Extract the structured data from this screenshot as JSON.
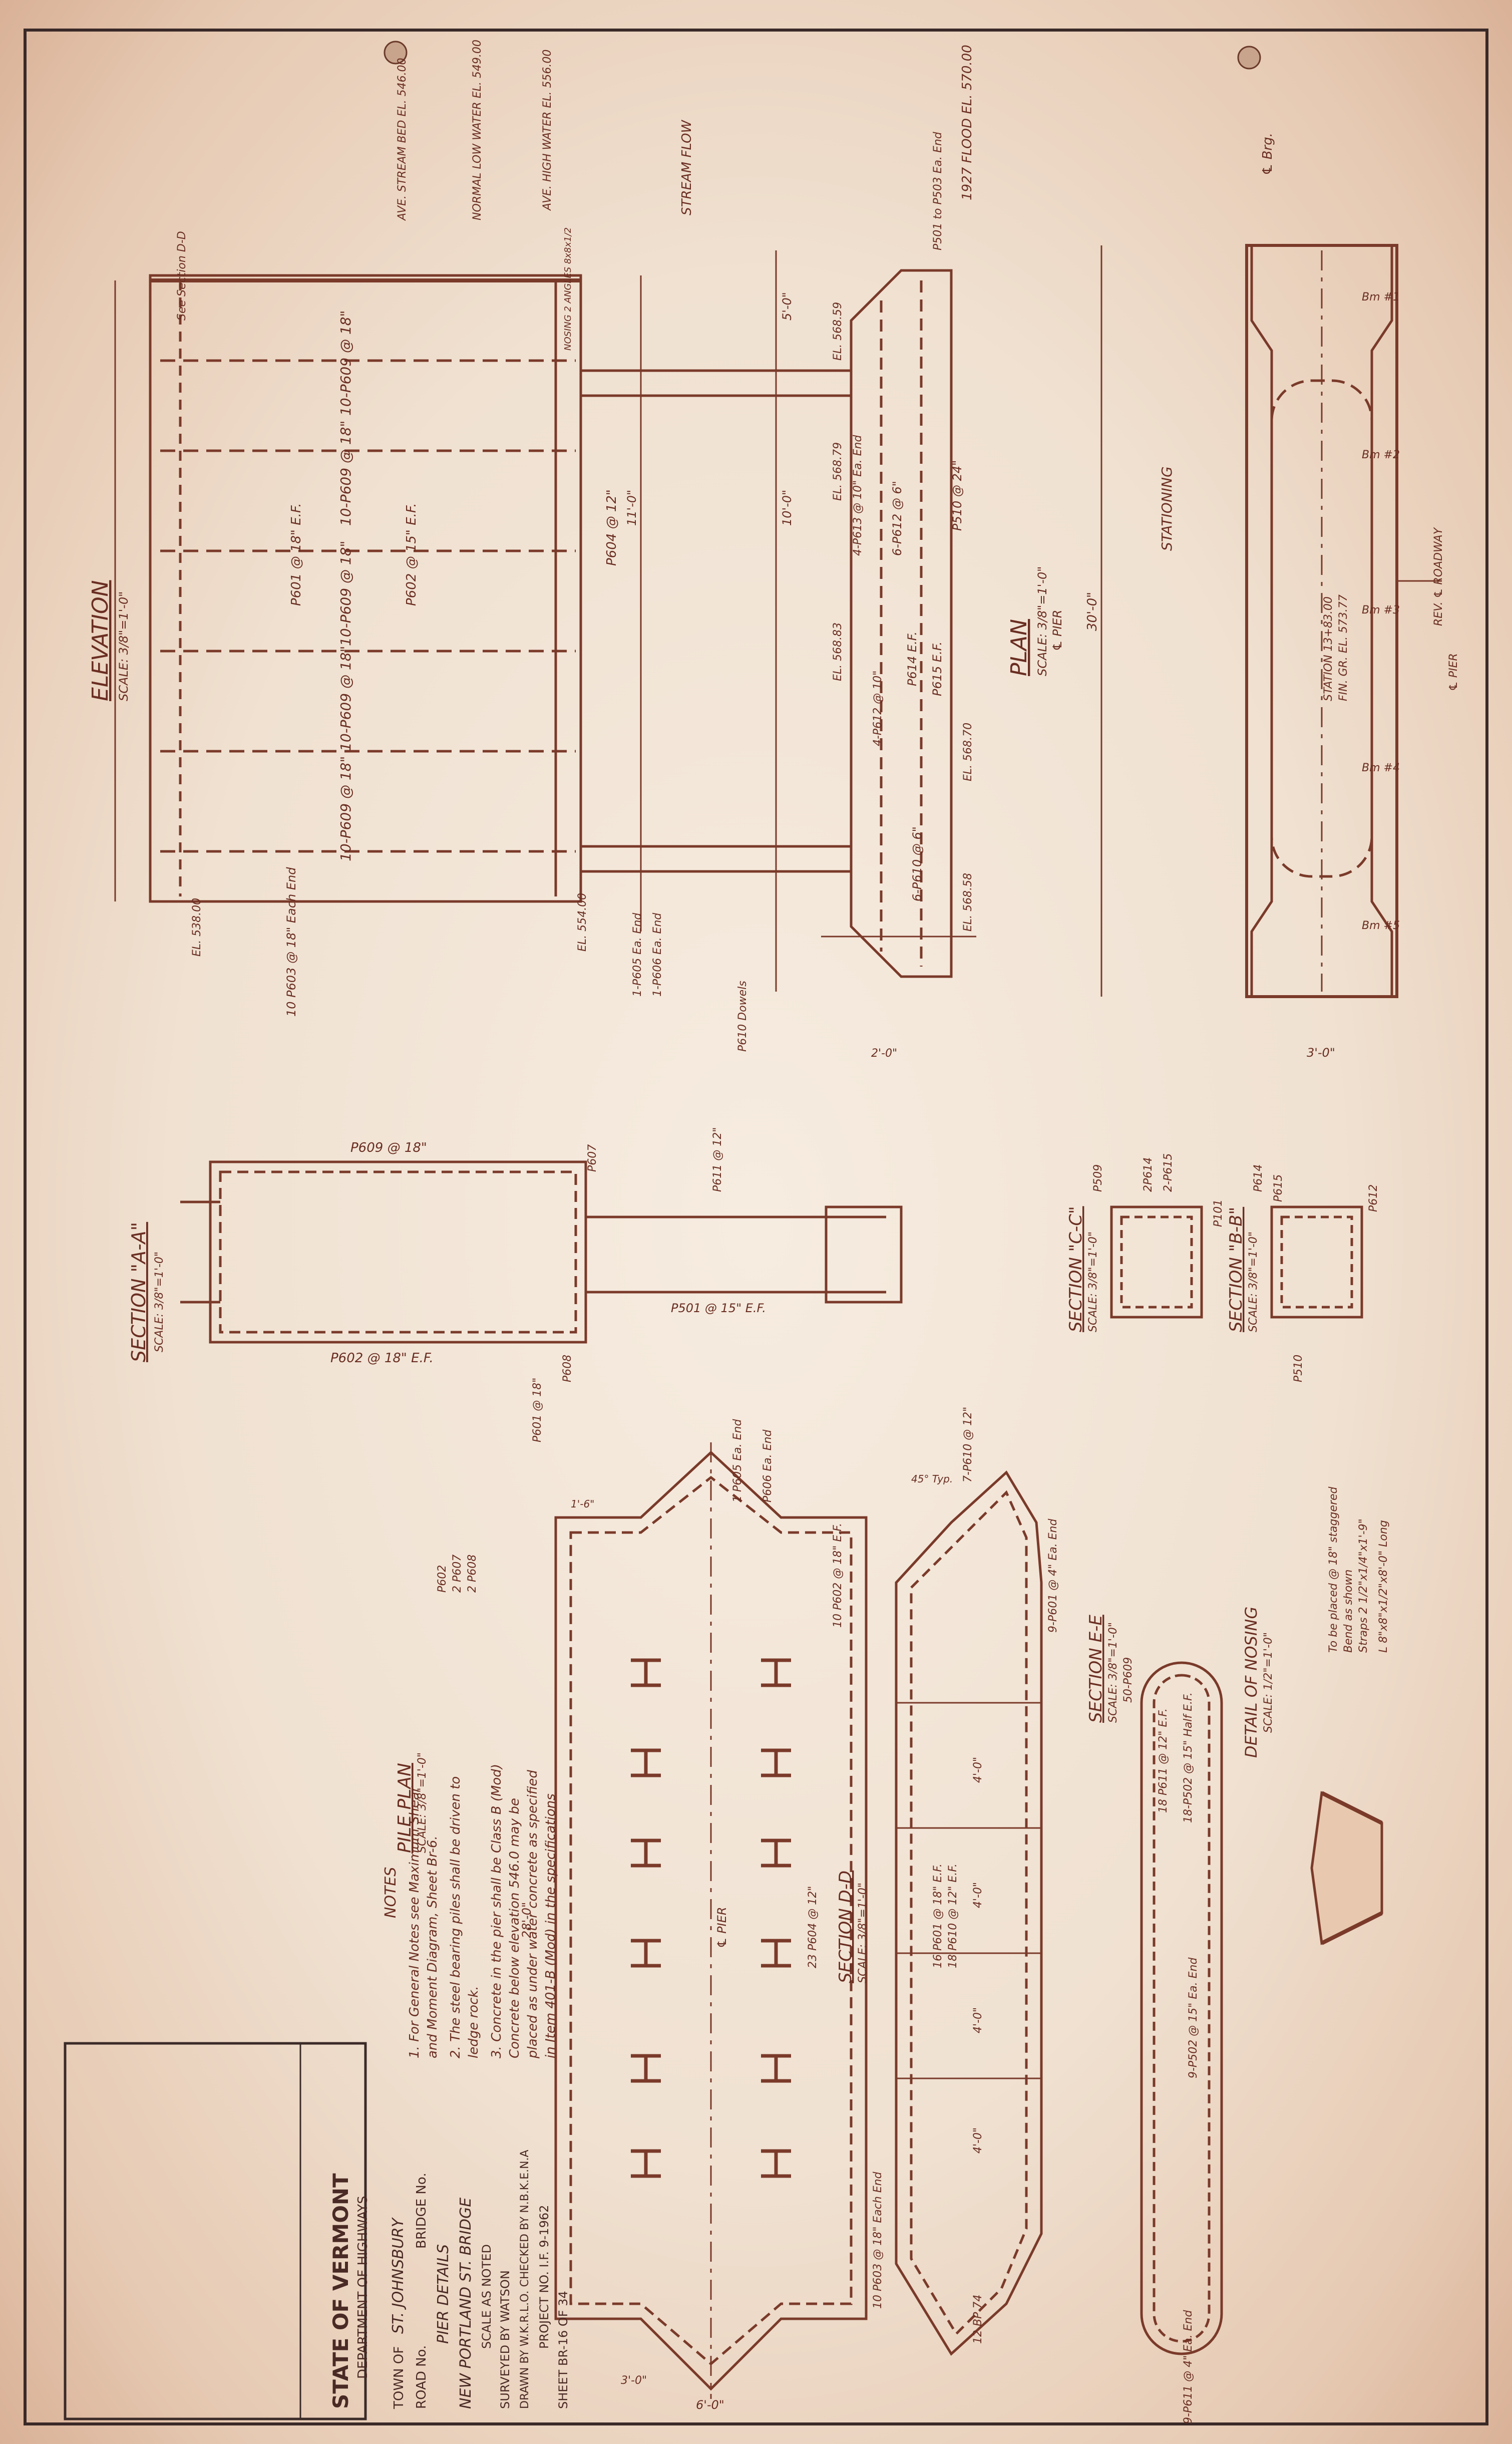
{
  "title_block": {
    "state": "STATE OF VERMONT",
    "department": "DEPARTMENT OF HIGHWAYS",
    "town_label": "TOWN OF",
    "town": "ST. JOHNSBURY",
    "road_label": "ROAD No.",
    "bridge_label": "BRIDGE No.",
    "description": "PIER DETAILS",
    "project_name": "NEW PORTLAND ST. BRIDGE",
    "scale": "SCALE AS NOTED",
    "surveyed": "SURVEYED BY WATSON",
    "drawn": "DRAWN BY W.K.R.L.O. CHECKED BY N.B.K.E.N.A",
    "project_no": "PROJECT NO. I.F. 9-1962",
    "sheet": "SHEET BR-16 OF 34"
  },
  "views": {
    "elevation": "ELEVATION",
    "elevation_scale": "SCALE: 3/8\"=1'-0\"",
    "plan": "PLAN",
    "plan_scale": "SCALE: 3/8\"=1'-0\"",
    "plan_pier": "℄ PIER",
    "section_aa": "SECTION \"A-A\"",
    "section_aa_scale": "SCALE: 3/8\"=1'-0\"",
    "section_bb": "SECTION \"B-B\"",
    "section_bb_scale": "SCALE: 3/8\"=1'-0\"",
    "section_cc": "SECTION \"C-C\"",
    "section_cc_scale": "SCALE: 3/8\"=1'-0\"",
    "section_dd": "SECTION D-D",
    "section_dd_scale": "SCALE: 3/8\"=1'-0\"",
    "section_ee": "SECTION E-E",
    "section_ee_scale": "SCALE: 3/8\"=1'-0\"",
    "pile_plan": "PILE PLAN",
    "pile_plan_scale": "SCALE: 3/8\"=1'-0\"",
    "detail_nosing": "DETAIL OF NOSING",
    "detail_nosing_scale": "SCALE: 1/2\"=1'-0\""
  },
  "notes": {
    "heading": "NOTES",
    "lines": [
      "1. For General Notes see Maximum Shear",
      "and Moment Diagram, Sheet Br-6.",
      "2. The steel bearing piles shall be driven to",
      "ledge rock.",
      "3. Concrete in the pier shall be Class B (Mod)",
      "Concrete below elevation 546.0 may be",
      "placed as under water concrete as specified",
      "in Item 401-B (Mod) in the specifications"
    ]
  },
  "elevation_labels": [
    "1927 FLOOD EL. 570.00",
    "AVE. HIGH WATER EL. 556.00",
    "NORMAL LOW WATER EL. 549.00",
    "AVE. STREAM BED EL. 546.00",
    "STREAM FLOW",
    "See Section D-D",
    "10-P609 @ 18\"",
    "P602 @ 15\" E.F.",
    "P601 @ 18\" E.F.",
    "P604 @ 12\"",
    "10 P603 @ 18\" Each End",
    "EL. 538.00",
    "EL. 554.00",
    "1-P605 Ea. End",
    "1-P606 Ea. End",
    "P610 Dowels",
    "NOSING 2 ANGLES 8x8x1/2"
  ],
  "plan_labels": [
    "STATIONING",
    "6-P612 @ 6\"",
    "P614 E.F.",
    "P615 E.F.",
    "4-P613 @ 10\" Ea. End",
    "4-P612 @ 10\"",
    "6-P610 @ 6\"",
    "P510 @ 24\"",
    "P501 to P503 Ea. End",
    "EL. 568.59",
    "EL. 568.79",
    "EL. 568.83",
    "EL. 568.70",
    "EL. 568.58",
    "STATION 13+83.00",
    "FIN. GR. EL. 573.77",
    "REV. ℄ ROADWAY",
    "℄ PIER",
    "℄ Brg.",
    "Bm #1",
    "Bm #2",
    "Bm #3",
    "Bm #4",
    "Bm #5",
    "30'-0\"",
    "3'-0\"",
    "10'-0\"",
    "11'-0\"",
    "5'-0\"",
    "2'-0\""
  ],
  "section_labels": [
    "P609 @ 18\"",
    "P602 @ 18\" E.F.",
    "P601 @ 18\"",
    "P608",
    "P607",
    "P611 @ 12\"",
    "P501 @ 15\" E.F.",
    "P615",
    "P614",
    "P510",
    "P509",
    "2P614",
    "2-P615",
    "P101",
    "P612"
  ],
  "dd_labels": [
    "7-P610 @ 12\"",
    "9-P601 @ 4\" Ea. End",
    "10 P602 @ 18\" E.F.",
    "16 P601 @ 18\" E.F.",
    "18 P610 @ 12\" E.F.",
    "23 P604 @ 12\"",
    "10 P603 @ 18\" Each End",
    "4'-0\"",
    "45° Typ."
  ],
  "ee_labels": [
    "18-P502 @ 15\" Half E.F.",
    "18 P611 @ 12\" E.F.",
    "50-P609",
    "9-P502 @ 15\" Ea. End",
    "9-P611 @ 4\" Ea. End"
  ],
  "nosing_labels": [
    "L 8\"x8\"x1/2\"x8'-0\" Long",
    "Straps 2 1/2\"x1/4\"x1'-9\"",
    "Bend as shown",
    "To be placed @ 18\" staggered"
  ],
  "pile_labels": [
    "P606 Ea. End",
    "1 P605 Ea. End",
    "P602",
    "2 P607",
    "2 P608",
    "12 BP 74",
    "℄ PIER",
    "28'-0\"",
    "6'-0\"",
    "3'-0\"",
    "1'-6\""
  ],
  "colors": {
    "ink": "#7a3a2a",
    "paper": "#f2e6d8",
    "border": "#3a2a28"
  }
}
